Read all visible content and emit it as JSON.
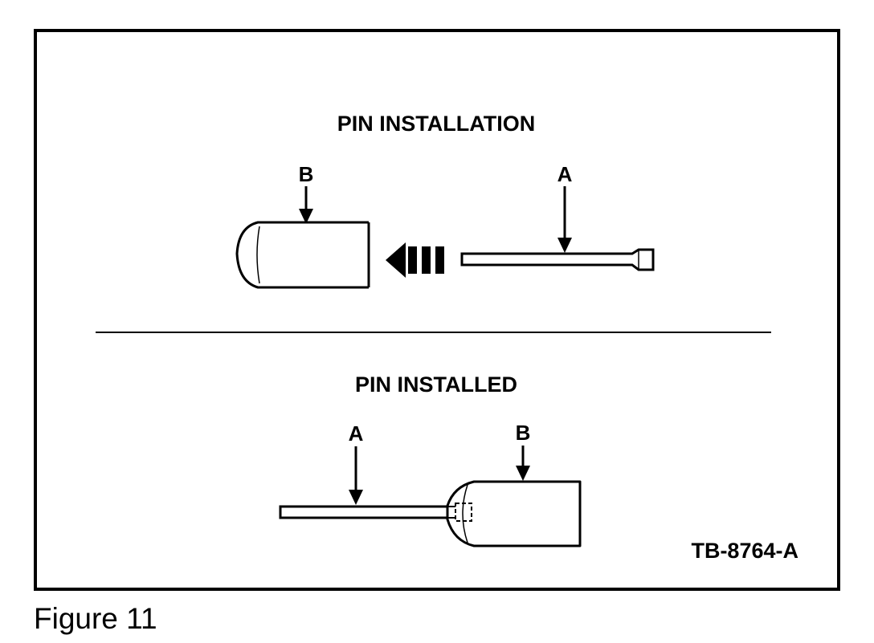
{
  "figure": {
    "caption": "Figure 11",
    "reference_code": "TB-8764-A"
  },
  "installation_view": {
    "title": "PIN INSTALLATION",
    "label_a": "A",
    "label_b": "B"
  },
  "installed_view": {
    "title": "PIN INSTALLED",
    "label_a": "A",
    "label_b": "B"
  },
  "colors": {
    "ink": "#000000",
    "paper": "#ffffff"
  }
}
